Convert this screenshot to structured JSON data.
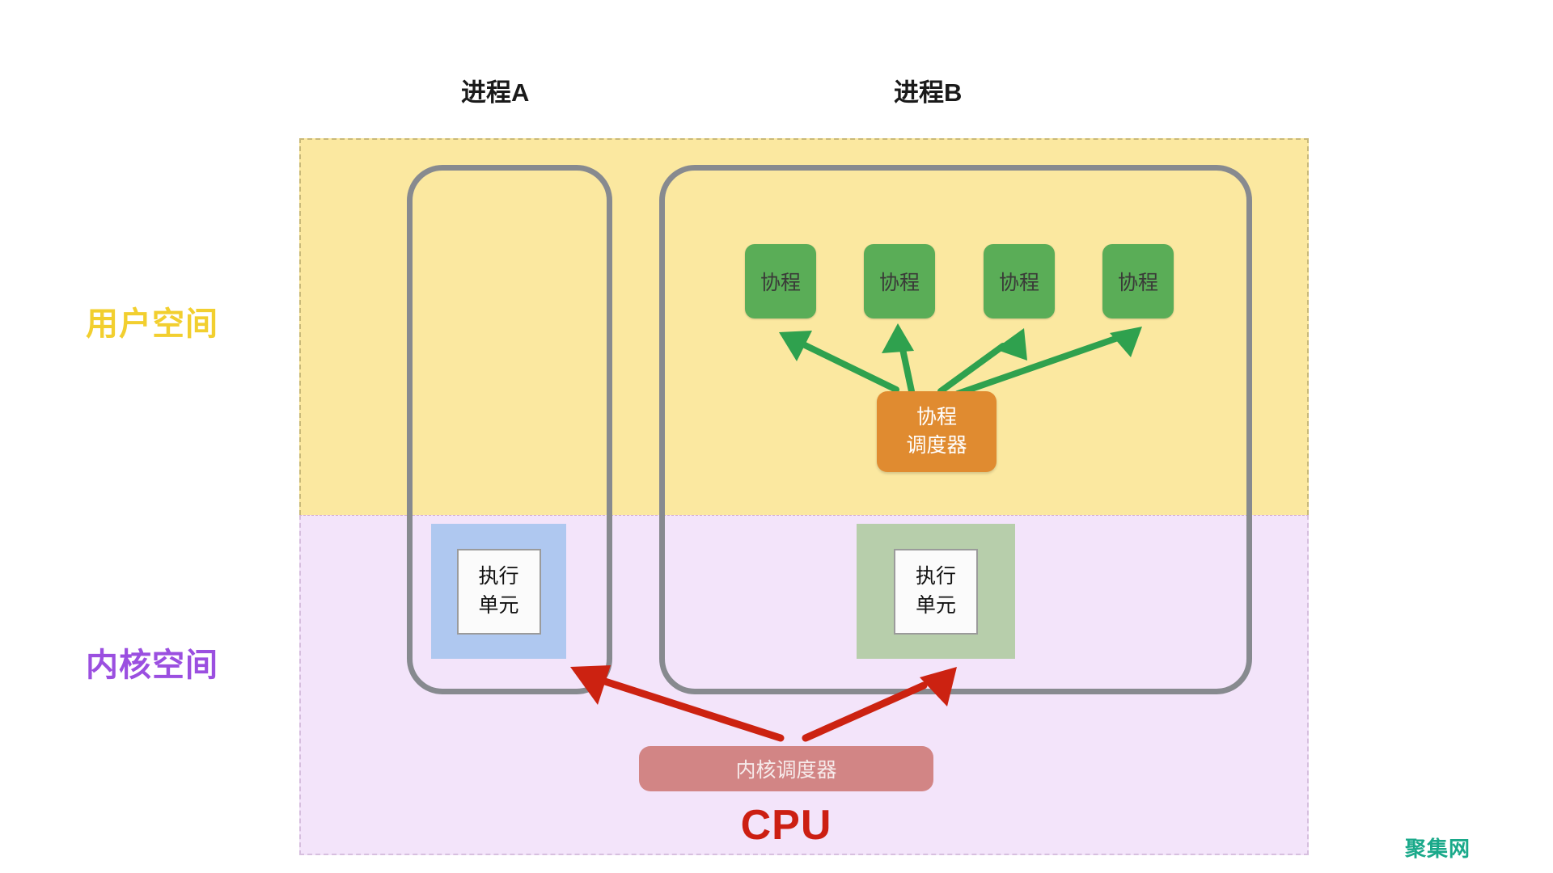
{
  "diagram": {
    "title_labels": {
      "process_a": "进程A",
      "process_b": "进程B"
    },
    "space_labels": {
      "user_space": "用户空间",
      "kernel_space": "内核空间"
    },
    "coroutines": [
      {
        "label": "协程"
      },
      {
        "label": "协程"
      },
      {
        "label": "协程"
      },
      {
        "label": "协程"
      }
    ],
    "coroutine_scheduler": {
      "line1": "协程",
      "line2": "调度器"
    },
    "execution_units": [
      {
        "line1": "执行",
        "line2": "单元"
      },
      {
        "line1": "执行",
        "line2": "单元"
      }
    ],
    "kernel_scheduler": {
      "label": "内核调度器"
    },
    "cpu": {
      "label": "CPU"
    },
    "watermark": {
      "label": "聚集网"
    },
    "colors": {
      "user_space_fill": "#fbe8a0",
      "user_space_border": "#c9b979",
      "kernel_space_fill": "#f3e4fa",
      "kernel_space_border": "#d7bfdf",
      "user_space_text": "#f2cf2f",
      "kernel_space_text": "#9b4fe0",
      "process_outline": "#878a8f",
      "coroutine_fill": "#5aad57",
      "coroutine_text": "#3a3a38",
      "coroutine_scheduler_fill": "#e08b30",
      "coroutine_scheduler_text": "#ffffff",
      "exec_panel_a_fill": "#afc8f0",
      "exec_panel_b_fill": "#b7ceab",
      "exec_unit_fill": "#fbfbfb",
      "exec_unit_border": "#9b9b9b",
      "kernel_scheduler_fill": "#d28585",
      "kernel_scheduler_text": "#f6eaea",
      "cpu_text": "#cc1f12",
      "green_arrow": "#2fa14e",
      "red_arrow": "#cc2211",
      "watermark_text": "#1aa98a"
    }
  }
}
